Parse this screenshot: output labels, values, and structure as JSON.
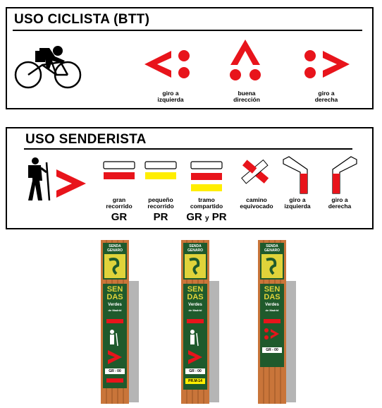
{
  "btt": {
    "title": "USO CICLISTA (BTT)",
    "labels": [
      "giro a\nizquierda",
      "buena\ndirección",
      "giro a\nderecha"
    ]
  },
  "senderista": {
    "title": "USO SENDERISTA",
    "labels": [
      "gran\nrecorrido",
      "pequeño\nrecorrido",
      "tramo\ncompartido",
      "camino\nequivocado",
      "giro a\nizquierda",
      "giro a\nderecha"
    ],
    "codes": {
      "gr": "GR",
      "pr": "PR",
      "gr2": "GR",
      "y": "y",
      "pr2": "PR"
    }
  },
  "posts": {
    "senda_line1": "SENDA",
    "senda_line2": "GENARO",
    "sendas_line1": "SEN",
    "sendas_line2": "DAS",
    "verdes": "Verdes",
    "de_madrid": "de Madrid",
    "code_gr": "GR - 00",
    "code_pr": "PR.M-14"
  },
  "colors": {
    "red": "#e8141b",
    "yellow": "#ffee00",
    "green": "#1f5a2c",
    "wood": "#c9753a",
    "grey": "#b5b5b5"
  }
}
